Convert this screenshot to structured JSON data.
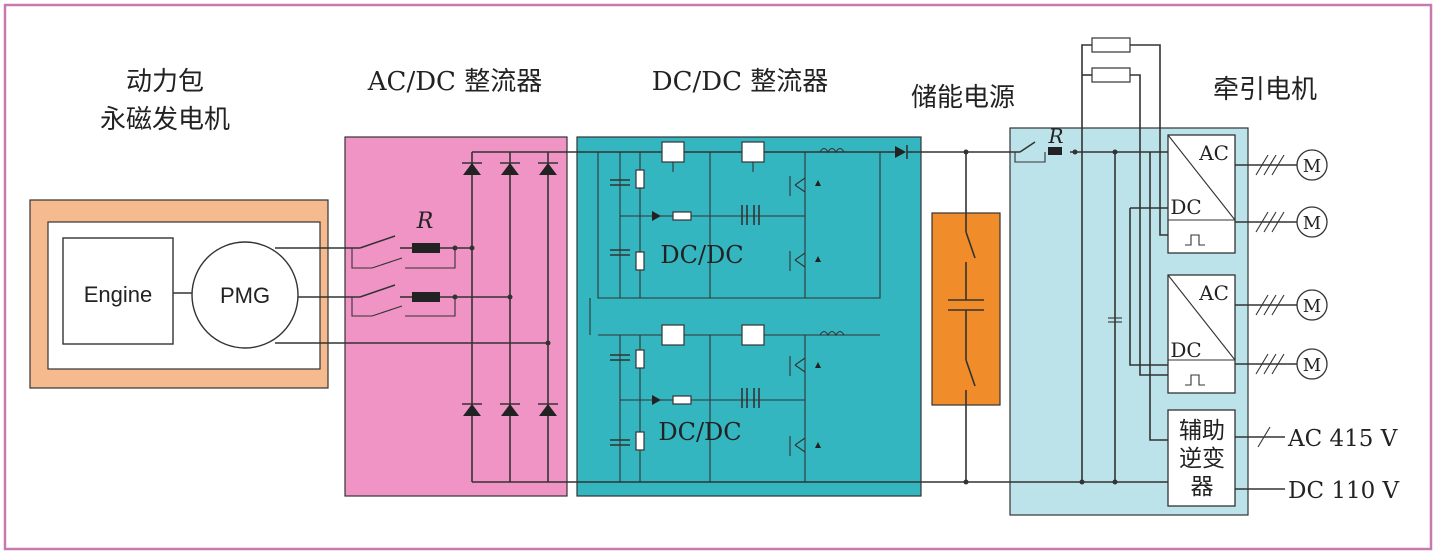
{
  "colors": {
    "frame": "#c77ab0",
    "engine_box": "#f5bb8f",
    "acdc": "#ef94c5",
    "dcdc": "#34b6c0",
    "storage": "#f08c2a",
    "traction": "#bde3ea"
  },
  "labels": {
    "powerpack_line1": "动力包",
    "powerpack_line2": "永磁发电机",
    "acdc_title": "AC/DC 整流器",
    "dcdc_title": "DC/DC 整流器",
    "storage_title": "储能电源",
    "traction_title": "牵引电机",
    "engine": "Engine",
    "pmg": "PMG",
    "resistor_r": "R",
    "resistor_r2": "R",
    "dcdc_upper": "DC/DC",
    "dcdc_lower": "DC/DC",
    "inv1_ac": "AC",
    "inv1_dc": "DC",
    "inv2_ac": "AC",
    "inv2_dc": "DC",
    "motor": "M",
    "aux_inverter_line1": "辅助",
    "aux_inverter_line2": "逆变",
    "aux_inverter_line3": "器",
    "ac_output": "AC 415 V",
    "dc_output": "DC 110 V"
  }
}
